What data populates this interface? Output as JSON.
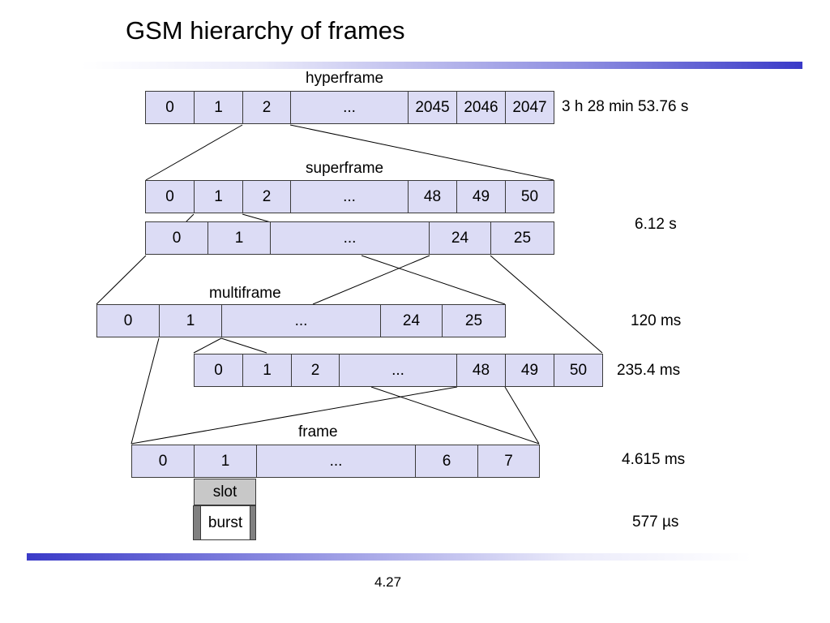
{
  "title": "GSM hierarchy of frames",
  "page_number": "4.27",
  "colors": {
    "frame_fill": "#dcdcf5",
    "slot_fill": "#c8c8c8",
    "burst_guard": "#808080",
    "accent_bar": "#3a3ac8"
  },
  "hyperframe": {
    "label": "hyperframe",
    "duration": "3 h 28 min 53.76 s",
    "cells": [
      "0",
      "1",
      "2",
      "...",
      "2045",
      "2046",
      "2047"
    ]
  },
  "superframe": {
    "label": "superframe",
    "duration": "6.12 s",
    "row_a": [
      "0",
      "1",
      "2",
      "...",
      "48",
      "49",
      "50"
    ],
    "row_b": [
      "0",
      "1",
      "...",
      "24",
      "25"
    ]
  },
  "multiframe": {
    "label": "multiframe",
    "duration_a": "120 ms",
    "duration_b": "235.4 ms",
    "row_a": [
      "0",
      "1",
      "...",
      "24",
      "25"
    ],
    "row_b": [
      "0",
      "1",
      "2",
      "...",
      "48",
      "49",
      "50"
    ]
  },
  "frame": {
    "label": "frame",
    "duration": "4.615 ms",
    "cells": [
      "0",
      "1",
      "...",
      "6",
      "7"
    ]
  },
  "slot": {
    "label": "slot"
  },
  "burst": {
    "label": "burst",
    "duration": "577 µs"
  }
}
